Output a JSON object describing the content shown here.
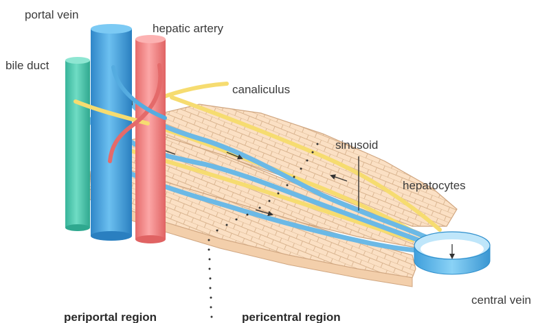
{
  "labels": {
    "portal_vein": "portal vein",
    "hepatic_artery": "hepatic artery",
    "bile_duct": "bile duct",
    "canaliculus": "canaliculus",
    "sinusoid": "sinusoid",
    "hepatocytes": "hepatocytes",
    "central_vein": "central vein",
    "periportal_region": "periportal region",
    "pericentral_region": "pericentral region"
  },
  "colors": {
    "portal_vein": "#3d9ad8",
    "hepatic_artery": "#f07f7f",
    "bile_duct": "#3fc2a8",
    "canaliculus": "#f6dc70",
    "sinusoid": "#6bb9e6",
    "hepatocyte_fill": "#fbe0c4",
    "hepatocyte_line": "#d6b08a",
    "central_vein": "#5cb8e8"
  }
}
